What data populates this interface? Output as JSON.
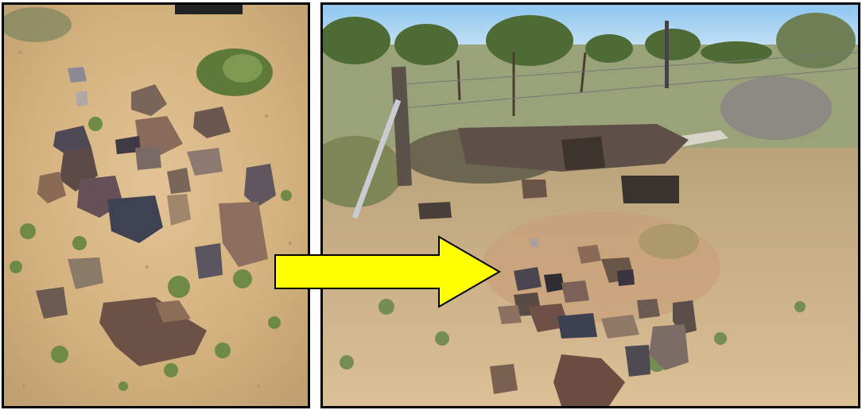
{
  "figure": {
    "left_photo": {
      "subject": "close-up-stone-cairn"
    },
    "right_photo": {
      "subject": "wide-view-stone-cairn-with-fence"
    },
    "arrow": {
      "direction": "right",
      "fill": "#ffff00",
      "stroke": "#000000"
    },
    "colors": {
      "sand": "#d9b98a",
      "sky": "#a9d4f2",
      "vegetation": "#6f8a46",
      "rock": "#6b5a52",
      "frame": "#000000"
    }
  }
}
